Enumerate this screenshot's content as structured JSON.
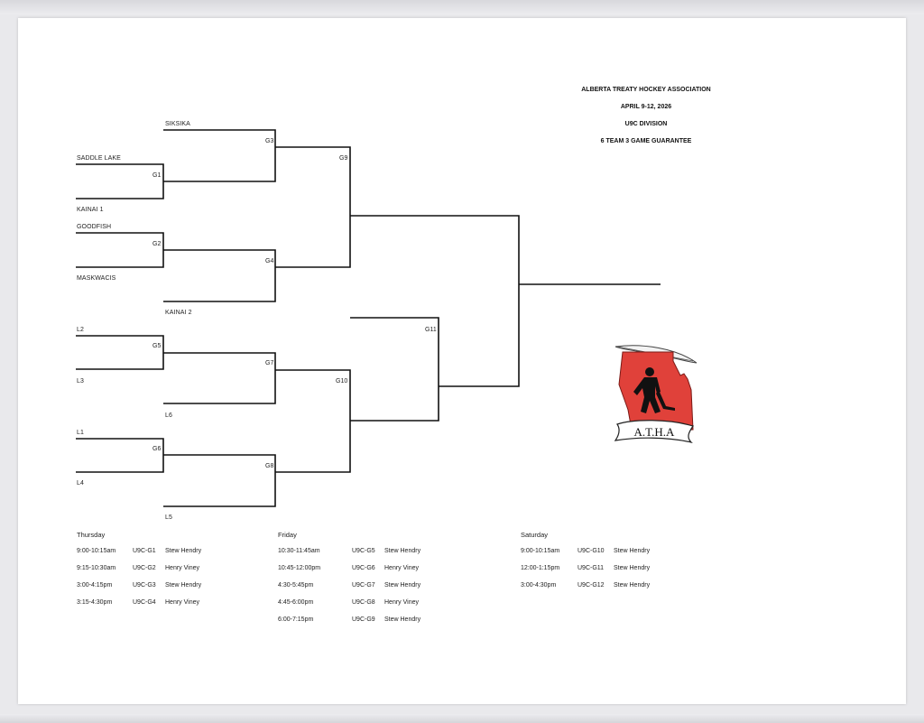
{
  "header": {
    "org": "ALBERTA TREATY HOCKEY ASSOCIATION",
    "dates": "APRIL 9-12, 2026",
    "division": "U9C DIVISION",
    "format": "6 TEAM 3 GAME GUARANTEE"
  },
  "teams": {
    "siksika": "SIKSIKA",
    "saddle_lake": "SADDLE LAKE",
    "kainai1": "KAINAI 1",
    "goodfish": "GOODFISH",
    "maskwacis": "MASKWACIS",
    "kainai2": "KAINAI 2",
    "l2": "L2",
    "l3": "L3",
    "l6": "L6",
    "l1": "L1",
    "l4": "L4",
    "l5": "L5"
  },
  "games": {
    "g1": "G1",
    "g2": "G2",
    "g3": "G3",
    "g4": "G4",
    "g5": "G5",
    "g6": "G6",
    "g7": "G7",
    "g8": "G8",
    "g9": "G9",
    "g10": "G10",
    "g11": "G11"
  },
  "logo": {
    "text": "A.T.H.A",
    "color": "#e0413a",
    "icon": "hockey-player-icon"
  },
  "schedule": {
    "thursday": {
      "day": "Thursday",
      "rows": [
        {
          "time": "9:00-10:15am",
          "game": "U9C-G1",
          "ref": "Stew Hendry"
        },
        {
          "time": "9:15-10:30am",
          "game": "U9C-G2",
          "ref": "Henry Viney"
        },
        {
          "time": "3:00-4:15pm",
          "game": "U9C-G3",
          "ref": "Stew Hendry"
        },
        {
          "time": "3:15-4:30pm",
          "game": "U9C-G4",
          "ref": "Henry Viney"
        }
      ]
    },
    "friday": {
      "day": "Friday",
      "rows": [
        {
          "time": "10:30-11:45am",
          "game": "U9C-G5",
          "ref": "Stew Hendry"
        },
        {
          "time": "10:45-12:00pm",
          "game": "U9C-G6",
          "ref": "Henry Viney"
        },
        {
          "time": "4:30-5:45pm",
          "game": "U9C-G7",
          "ref": "Stew Hendry"
        },
        {
          "time": "4:45-6:00pm",
          "game": "U9C-G8",
          "ref": "Henry Viney"
        },
        {
          "time": "6:00-7:15pm",
          "game": "U9C-G9",
          "ref": "Stew Hendry"
        }
      ]
    },
    "saturday": {
      "day": "Saturday",
      "rows": [
        {
          "time": "9:00-10:15am",
          "game": "U9C-G10",
          "ref": "Stew Hendry"
        },
        {
          "time": "12:00-1:15pm",
          "game": "U9C-G11",
          "ref": "Stew Hendry"
        },
        {
          "time": "3:00-4:30pm",
          "game": "U9C-G12",
          "ref": "Stew Hendry"
        }
      ]
    }
  }
}
